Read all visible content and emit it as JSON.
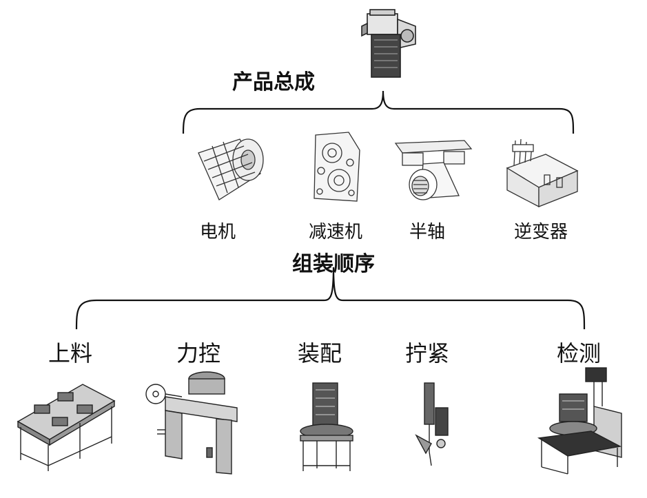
{
  "top": {
    "title": "产品总成"
  },
  "components": [
    {
      "label": "电机",
      "icon": "motor-icon"
    },
    {
      "label": "减速机",
      "icon": "gearbox-icon"
    },
    {
      "label": "半轴",
      "icon": "half-shaft-icon"
    },
    {
      "label": "逆变器",
      "icon": "inverter-icon"
    }
  ],
  "middle": {
    "title": "组装顺序"
  },
  "steps": [
    {
      "label": "上料",
      "icon": "loading-table-icon"
    },
    {
      "label": "力控",
      "icon": "force-control-fixture-icon"
    },
    {
      "label": "装配",
      "icon": "assembly-station-icon"
    },
    {
      "label": "拧紧",
      "icon": "tightening-tool-icon"
    },
    {
      "label": "检测",
      "icon": "inspection-station-icon"
    }
  ]
}
